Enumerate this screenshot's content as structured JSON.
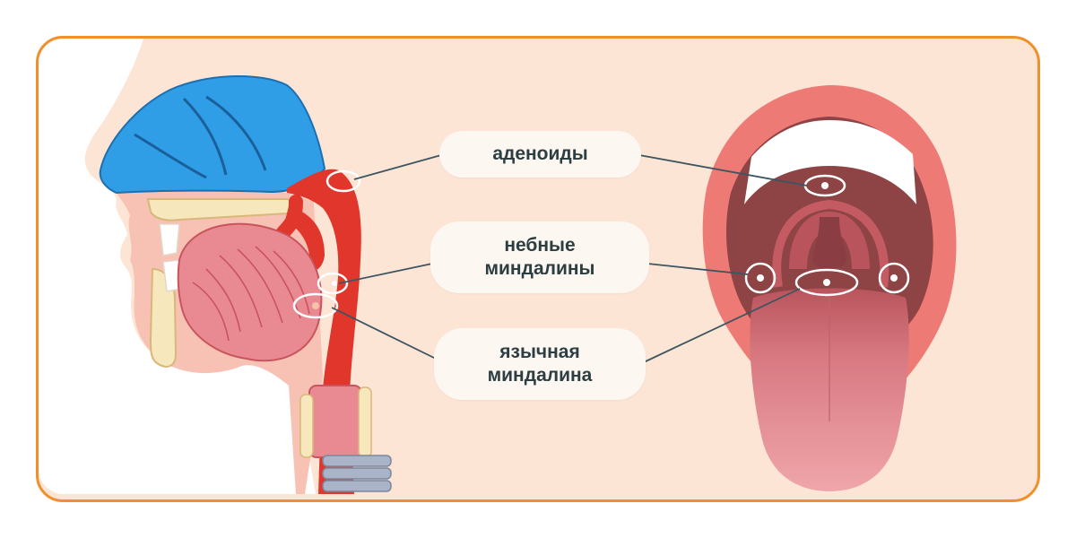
{
  "labels": {
    "adenoids": {
      "line1": "аденоиды"
    },
    "palatine": {
      "line1": "небные",
      "line2": "миндалины"
    },
    "lingual": {
      "line1": "язычная",
      "line2": "миндалина"
    }
  },
  "colors": {
    "frame_border": "#f0902c",
    "background": "#fde5d6",
    "nasal_cavity": "#2f9ee6",
    "pharynx_wall": "#e0362b",
    "tongue": "#e98a92",
    "lips": "#ee7a76",
    "oral_cavity": "#8e4345",
    "bone": "#f6e7bd",
    "trachea_ring": "#a9b4c8",
    "pointer_line": "#3c5660"
  }
}
